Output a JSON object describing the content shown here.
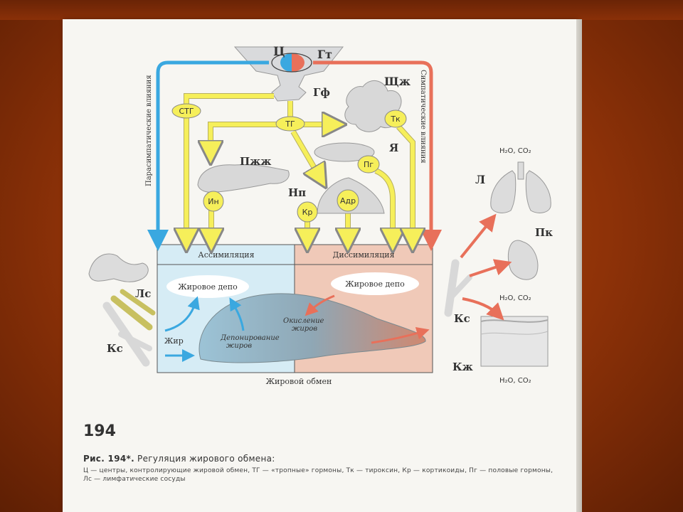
{
  "labels": {
    "center": "Ц",
    "hypothalamus": "Гт",
    "pituitary": "Гф",
    "thyroid": "Щж",
    "ovary": "Я",
    "pancreas": "Пжж",
    "adrenal": "Нп",
    "lungs": "Л",
    "kidney": "Пк",
    "skin": "Кж",
    "lymph_vessels": "Лс",
    "blood_vessel_left": "Кс",
    "blood_vessel_right": "Кс",
    "parasympathetic": "Парасимпатические влияния",
    "sympathetic": "Симпатические влияния",
    "products_top": "H₂O, CO₂",
    "products_mid": "H₂O, CO₂",
    "products_bottom": "H₂O, CO₂"
  },
  "hormones": {
    "stg": "СТГ",
    "tg": "ТГ",
    "tk": "Тк",
    "pg": "Пг",
    "in": "Ин",
    "kr": "Кр",
    "adr": "Адр"
  },
  "panels": {
    "assimilation": "Ассимиляция",
    "dissimilation": "Диссимиляция",
    "fat_depot_left": "Жировое депо",
    "fat_depot_right": "Жировое депо",
    "fat": "Жир",
    "deposition_1": "Депонирование",
    "deposition_2": "жиров",
    "oxidation_1": "Окисление",
    "oxidation_2": "жиров",
    "bottom_title": "Жировой обмен"
  },
  "page": {
    "number": "194",
    "caption_title_bold": "Рис. 194*.",
    "caption_title_rest": " Регуляция жирового обмена:",
    "caption_text": "Ц — центры, контролирующие жировой обмен, ТГ — «тропные» гормоны, Тк — тироксин, Кр — кортикоиды, Пг — половые гормоны, Лс — лимфатические сосуды"
  },
  "colors": {
    "blue_arrow": "#3aa8e0",
    "red_arrow": "#e8705a",
    "yellow_arrow": "#f6ef5a",
    "assimilation_bg": "#d6ecf5",
    "dissimilation_bg": "#f0c9b8"
  }
}
